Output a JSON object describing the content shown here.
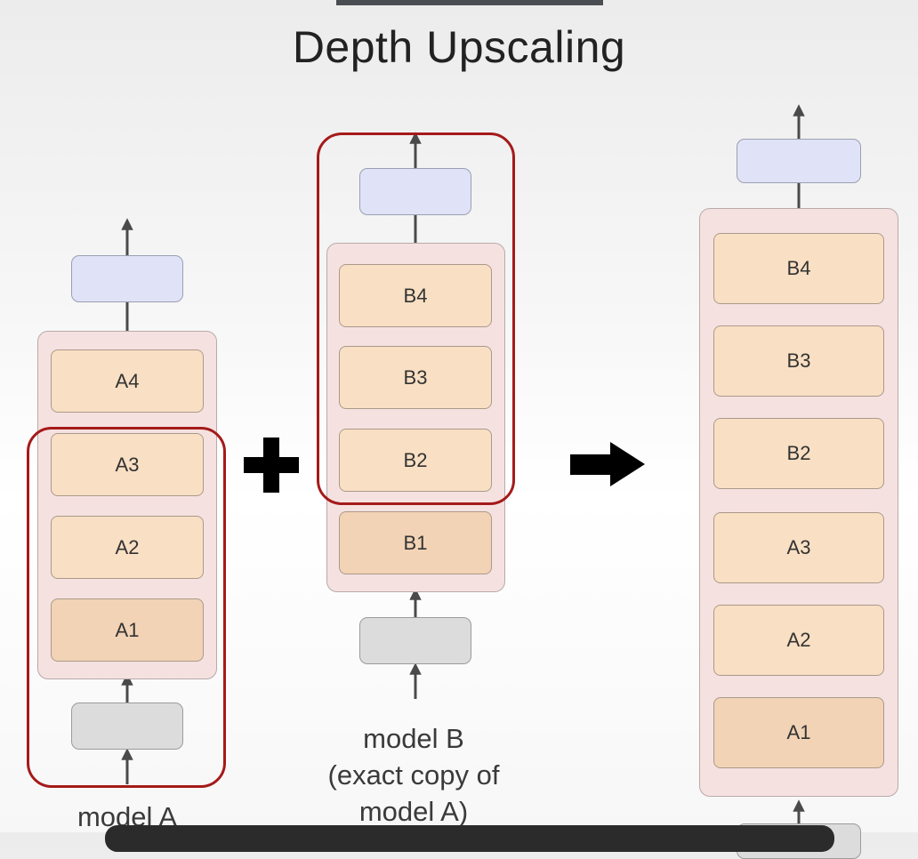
{
  "title": "Depth Upscaling",
  "model_a": {
    "layers": [
      "A4",
      "A3",
      "A2",
      "A1"
    ],
    "label": "model A"
  },
  "model_b": {
    "layers": [
      "B4",
      "B3",
      "B2",
      "B1"
    ],
    "label_line1": "model B",
    "label_line2": "(exact copy of",
    "label_line3": "model A)"
  },
  "result": {
    "layers": [
      "B4",
      "B3",
      "B2",
      "A3",
      "A2",
      "A1"
    ]
  },
  "operators": {
    "plus": "plus-icon",
    "arrow": "right-arrow-icon"
  },
  "colors": {
    "highlight": "#a51a1a",
    "layer_fill": "#f9dfc3",
    "stack_fill": "#f6e1e1",
    "head_fill": "#e0e3f8",
    "embed_fill": "#dcdcdc"
  }
}
